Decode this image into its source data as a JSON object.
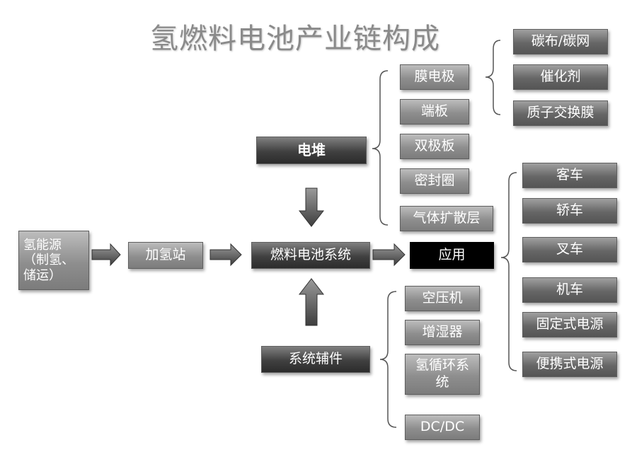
{
  "title": "氢燃料电池产业链构成",
  "nodes": {
    "hydrogen_source": "氢能源（制氢、储运）",
    "hydrogen_station": "加氢站",
    "fuel_cell_system": "燃料电池系统",
    "application": "应用",
    "stack": "电堆",
    "system_parts": "系统辅件",
    "stack_parts": [
      "膜电极",
      "端板",
      "双极板",
      "密封圈",
      "气体扩散层"
    ],
    "mea_parts": [
      "碳布/碳网",
      "催化剂",
      "质子交换膜"
    ],
    "aux_parts": [
      "空压机",
      "增湿器",
      "氢循环系统",
      "DC/DC"
    ],
    "applications": [
      "客车",
      "轿车",
      "叉车",
      "机车",
      "固定式电源",
      "便携式电源"
    ]
  },
  "colors": {
    "title": "#8a8a8a",
    "arrow": "#5a5a5a",
    "bracket": "#555555",
    "application_box": "#000000"
  }
}
